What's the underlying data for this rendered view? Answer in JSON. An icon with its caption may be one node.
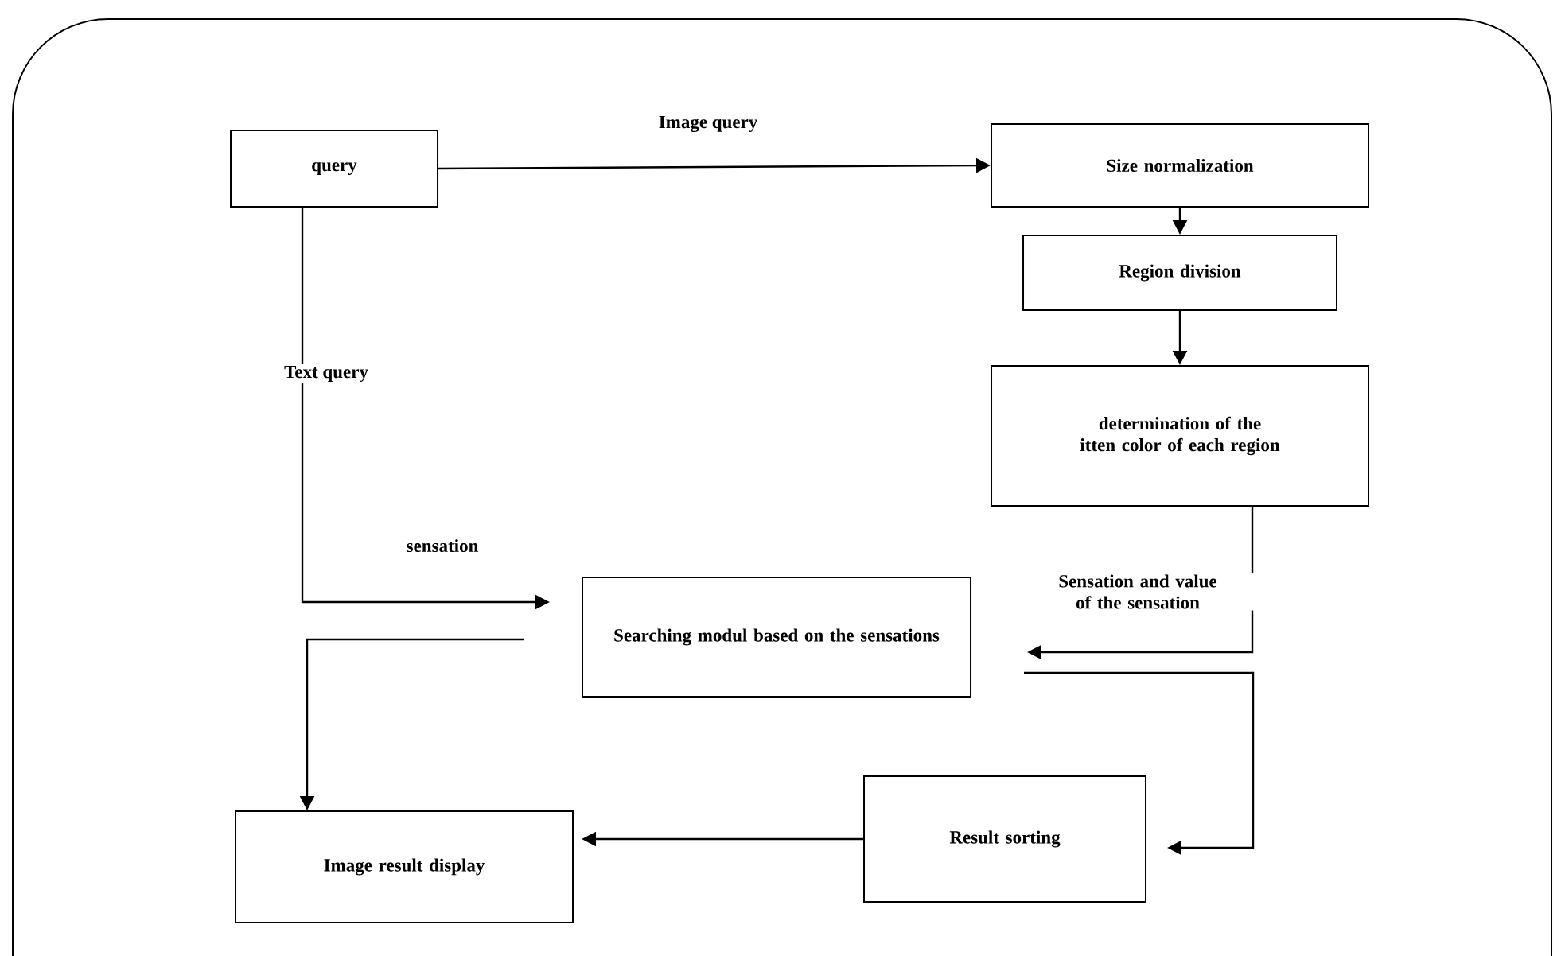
{
  "diagram": {
    "nodes": [
      {
        "text": [
          "query"
        ]
      },
      {
        "text": [
          "Size normalization"
        ]
      },
      {
        "text": [
          "Region division"
        ]
      },
      {
        "text": [
          "determination of the itten color of each region"
        ]
      },
      {
        "text": [
          "Searching modul based on the sensations"
        ]
      },
      {
        "text": [
          "Image result display"
        ]
      },
      {
        "text": [
          "Result sorting"
        ]
      }
    ],
    "edges": [
      {
        "from": 0,
        "to": 1,
        "arrow": "to",
        "label": "Image query"
      },
      {
        "from": 1,
        "to": 2,
        "arrow": "to"
      },
      {
        "from": 2,
        "to": 3,
        "arrow": "to"
      },
      {
        "from": 0,
        "to": 4,
        "arrow": "to",
        "label": "Text query"
      },
      {
        "from": 3,
        "to": 4,
        "arrow": "to",
        "label": "Sensation  and value of the sensation"
      },
      {
        "from": 4,
        "to": 5,
        "arrow": "to"
      },
      {
        "from": 4,
        "to": 6,
        "arrow": "to"
      },
      {
        "from": 6,
        "to": 5,
        "arrow": "to"
      }
    ],
    "labels": [
      "sensation"
    ]
  }
}
